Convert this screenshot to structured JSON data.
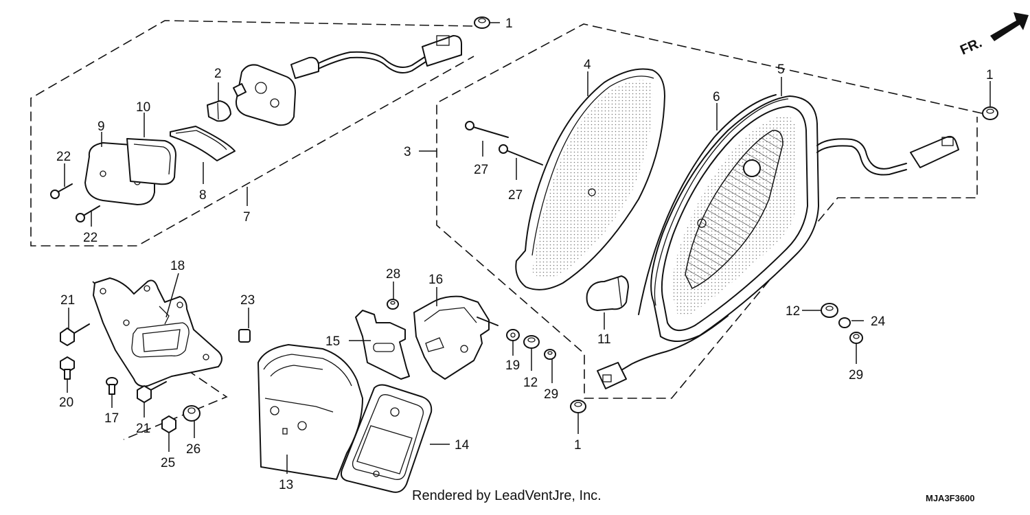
{
  "diagram": {
    "callouts": [
      "1",
      "2",
      "4",
      "5",
      "6",
      "3",
      "9",
      "10",
      "22",
      "27",
      "27",
      "8",
      "7",
      "22",
      "1",
      "18",
      "28",
      "16",
      "21",
      "23",
      "15",
      "12",
      "24",
      "11",
      "20",
      "19",
      "12",
      "29",
      "29",
      "17",
      "21",
      "1",
      "25",
      "26",
      "14",
      "13"
    ],
    "direction_label": "FR.",
    "credit": "Rendered by LeadVentJre, Inc.",
    "drawing_code": "MJA3F3600"
  }
}
